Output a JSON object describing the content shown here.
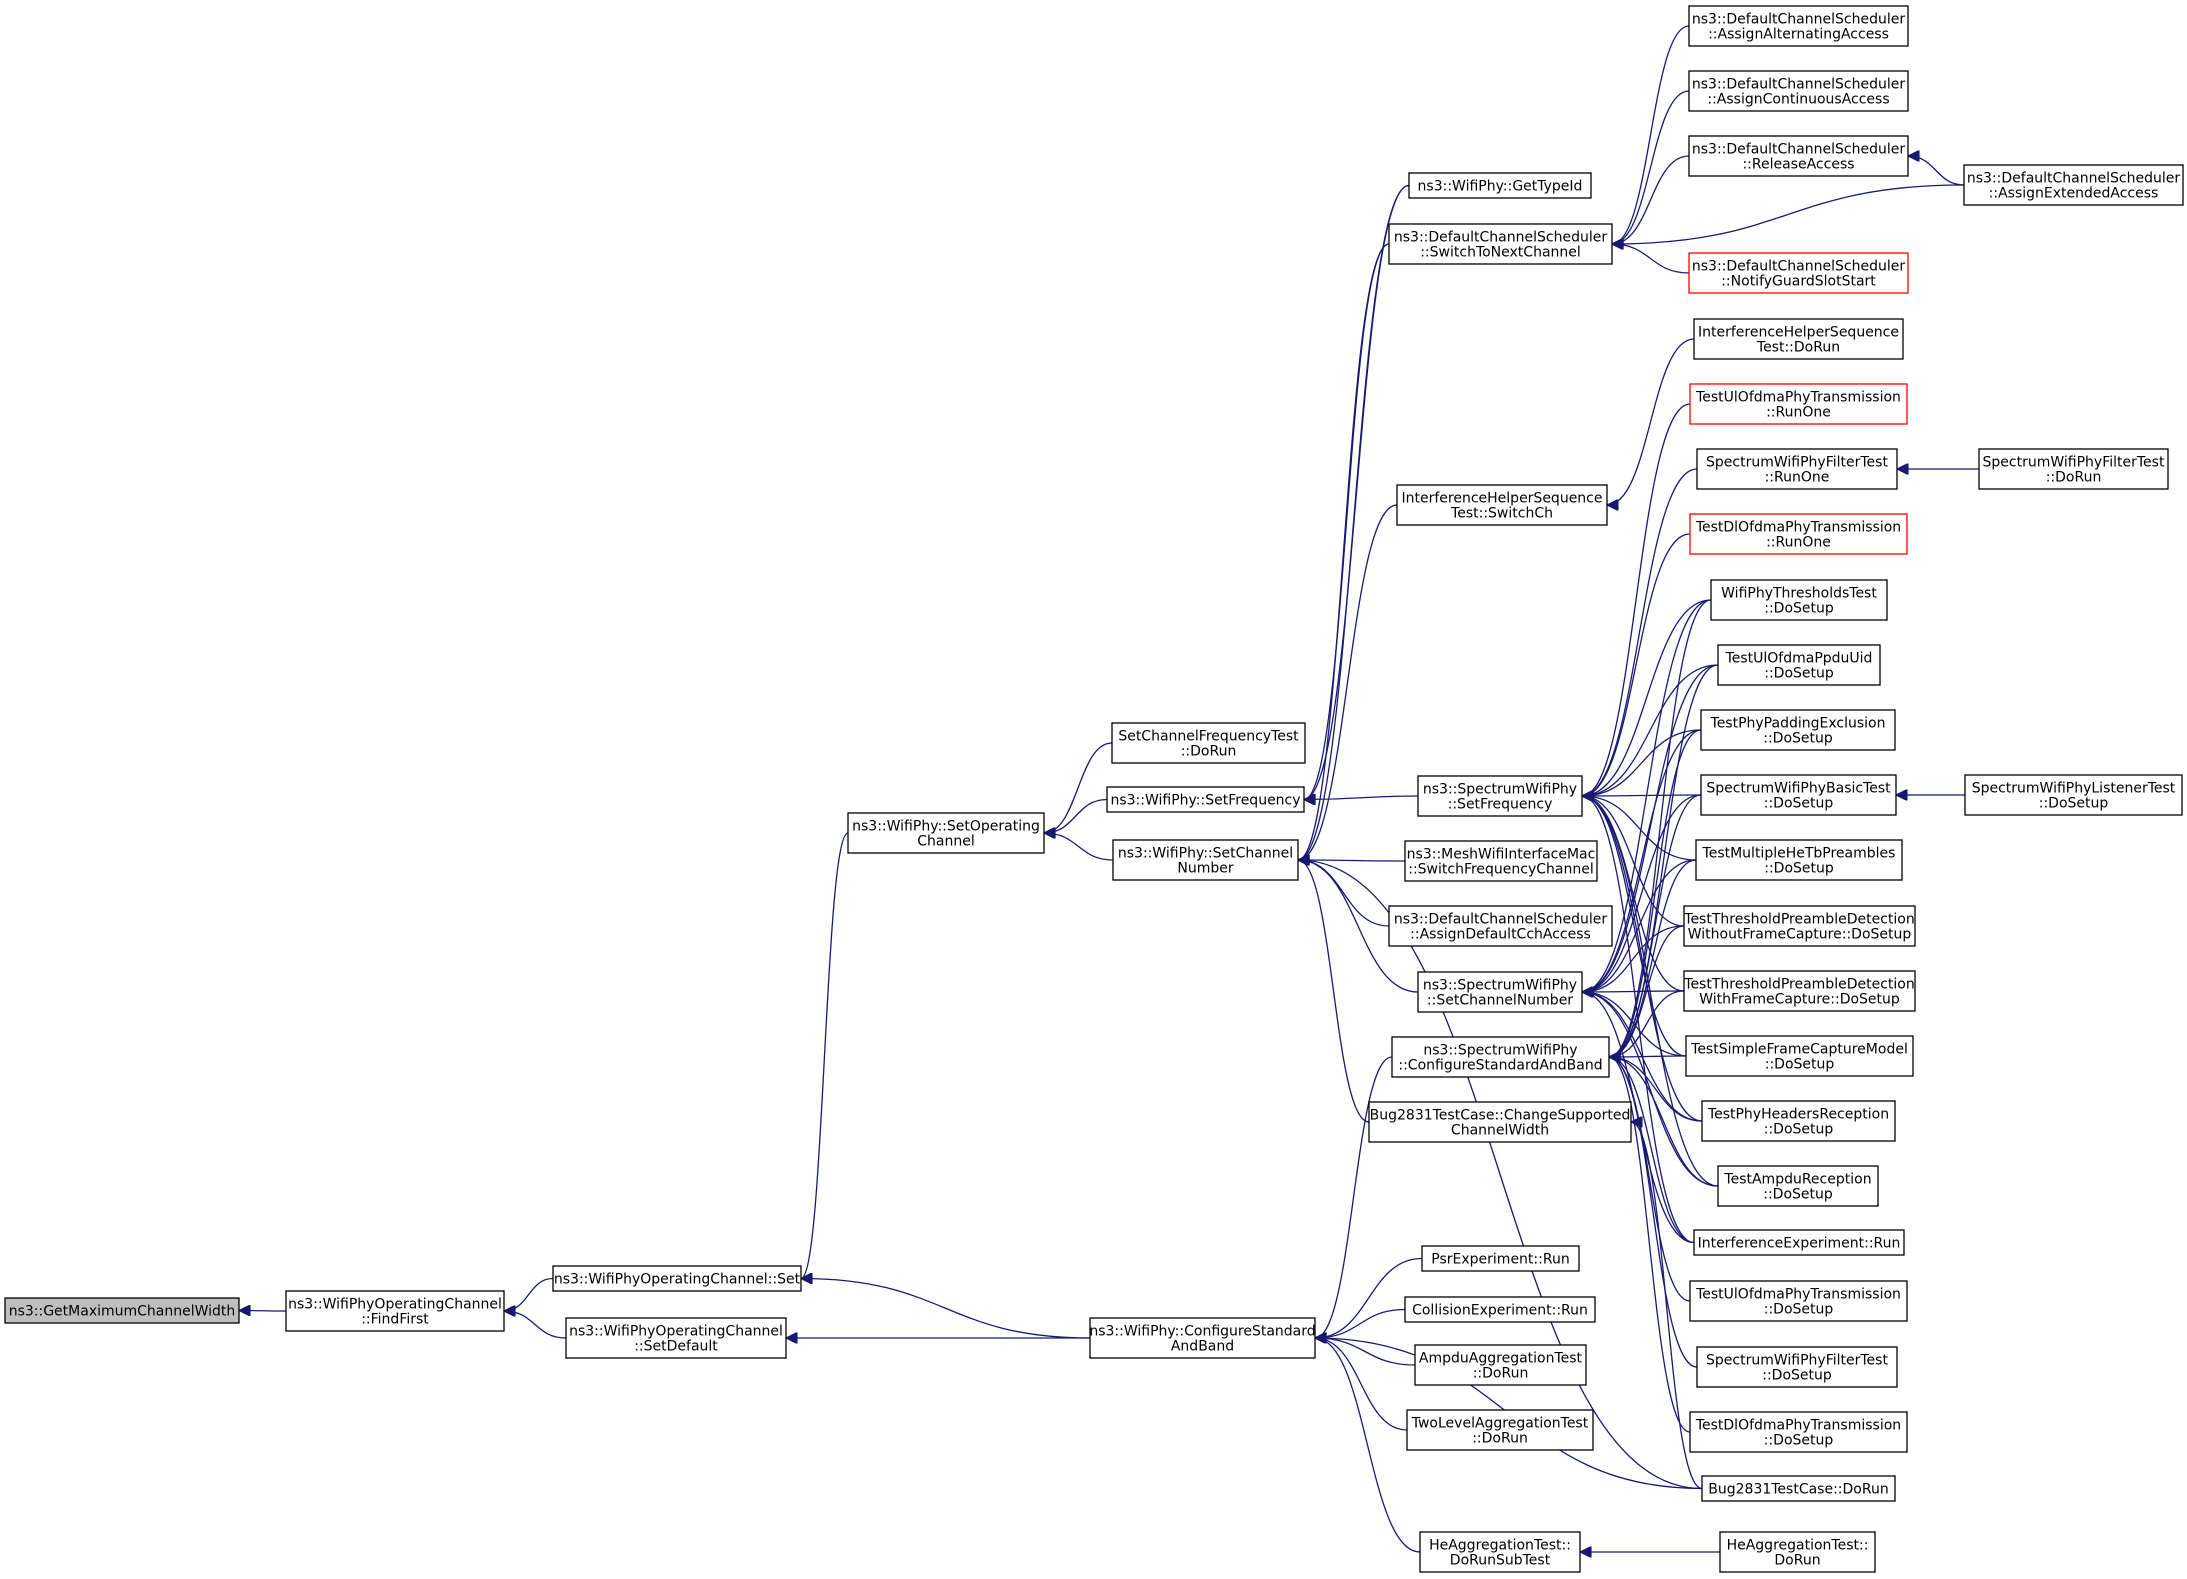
{
  "colors": {
    "edge": "#191970",
    "node_border": "#000000",
    "node_highlight_border": "#ff0000",
    "root_fill": "#bfbfbf",
    "background": "#ffffff"
  },
  "nodes": [
    {
      "id": "n0",
      "lines": [
        "ns3::GetMaximumChannelWidth"
      ]
    },
    {
      "id": "n1",
      "lines": [
        "ns3::WifiPhyOperatingChannel",
        "::FindFirst"
      ]
    },
    {
      "id": "n2",
      "lines": [
        "ns3::WifiPhyOperatingChannel::Set"
      ]
    },
    {
      "id": "n3",
      "lines": [
        "ns3::WifiPhyOperatingChannel",
        "::SetDefault"
      ]
    },
    {
      "id": "n4",
      "lines": [
        "ns3::WifiPhy::SetOperating",
        "Channel"
      ]
    },
    {
      "id": "n5",
      "lines": [
        "ns3::WifiPhy::ConfigureStandard",
        "AndBand"
      ]
    },
    {
      "id": "n6",
      "lines": [
        "SetChannelFrequencyTest",
        "::DoRun"
      ]
    },
    {
      "id": "n7",
      "lines": [
        "ns3::WifiPhy::SetFrequency"
      ]
    },
    {
      "id": "n8",
      "lines": [
        "ns3::WifiPhy::SetChannel",
        "Number"
      ]
    },
    {
      "id": "n9",
      "lines": [
        "ns3::WifiPhy::GetTypeId"
      ]
    },
    {
      "id": "n10",
      "lines": [
        "ns3::DefaultChannelScheduler",
        "::SwitchToNextChannel"
      ]
    },
    {
      "id": "n11",
      "lines": [
        "InterferenceHelperSequence",
        "Test::SwitchCh"
      ]
    },
    {
      "id": "n12",
      "lines": [
        "ns3::SpectrumWifiPhy",
        "::SetFrequency"
      ]
    },
    {
      "id": "n13",
      "lines": [
        "ns3::MeshWifiInterfaceMac",
        "::SwitchFrequencyChannel"
      ]
    },
    {
      "id": "n14",
      "lines": [
        "ns3::DefaultChannelScheduler",
        "::AssignDefaultCchAccess"
      ]
    },
    {
      "id": "n15",
      "lines": [
        "ns3::SpectrumWifiPhy",
        "::SetChannelNumber"
      ]
    },
    {
      "id": "n16",
      "lines": [
        "ns3::SpectrumWifiPhy",
        "::ConfigureStandardAndBand"
      ]
    },
    {
      "id": "n17",
      "lines": [
        "Bug2831TestCase::ChangeSupported",
        "ChannelWidth"
      ]
    },
    {
      "id": "n18",
      "lines": [
        "PsrExperiment::Run"
      ]
    },
    {
      "id": "n19",
      "lines": [
        "CollisionExperiment::Run"
      ]
    },
    {
      "id": "n20",
      "lines": [
        "AmpduAggregationTest",
        "::DoRun"
      ]
    },
    {
      "id": "n21",
      "lines": [
        "TwoLevelAggregationTest",
        "::DoRun"
      ]
    },
    {
      "id": "n22",
      "lines": [
        "HeAggregationTest::",
        "DoRunSubTest"
      ]
    },
    {
      "id": "n23",
      "lines": [
        "ns3::DefaultChannelScheduler",
        "::AssignAlternatingAccess"
      ]
    },
    {
      "id": "n24",
      "lines": [
        "ns3::DefaultChannelScheduler",
        "::AssignContinuousAccess"
      ]
    },
    {
      "id": "n25",
      "lines": [
        "ns3::DefaultChannelScheduler",
        "::ReleaseAccess"
      ]
    },
    {
      "id": "n26",
      "lines": [
        "ns3::DefaultChannelScheduler",
        "::NotifyGuardSlotStart"
      ]
    },
    {
      "id": "n27",
      "lines": [
        "InterferenceHelperSequence",
        "Test::DoRun"
      ]
    },
    {
      "id": "n28",
      "lines": [
        "TestUlOfdmaPhyTransmission",
        "::RunOne"
      ]
    },
    {
      "id": "n29",
      "lines": [
        "SpectrumWifiPhyFilterTest",
        "::RunOne"
      ]
    },
    {
      "id": "n30",
      "lines": [
        "TestDlOfdmaPhyTransmission",
        "::RunOne"
      ]
    },
    {
      "id": "n31",
      "lines": [
        "WifiPhyThresholdsTest",
        "::DoSetup"
      ]
    },
    {
      "id": "n32",
      "lines": [
        "TestUlOfdmaPpduUid",
        "::DoSetup"
      ]
    },
    {
      "id": "n33",
      "lines": [
        "TestPhyPaddingExclusion",
        "::DoSetup"
      ]
    },
    {
      "id": "n34",
      "lines": [
        "SpectrumWifiPhyBasicTest",
        "::DoSetup"
      ]
    },
    {
      "id": "n35",
      "lines": [
        "TestMultipleHeTbPreambles",
        "::DoSetup"
      ]
    },
    {
      "id": "n36",
      "lines": [
        "TestThresholdPreambleDetection",
        "WithoutFrameCapture::DoSetup"
      ]
    },
    {
      "id": "n37",
      "lines": [
        "TestThresholdPreambleDetection",
        "WithFrameCapture::DoSetup"
      ]
    },
    {
      "id": "n38",
      "lines": [
        "TestSimpleFrameCaptureModel",
        "::DoSetup"
      ]
    },
    {
      "id": "n39",
      "lines": [
        "TestPhyHeadersReception",
        "::DoSetup"
      ]
    },
    {
      "id": "n40",
      "lines": [
        "TestAmpduReception",
        "::DoSetup"
      ]
    },
    {
      "id": "n41",
      "lines": [
        "InterferenceExperiment::Run"
      ]
    },
    {
      "id": "n42",
      "lines": [
        "TestUlOfdmaPhyTransmission",
        "::DoSetup"
      ]
    },
    {
      "id": "n43",
      "lines": [
        "SpectrumWifiPhyFilterTest",
        "::DoSetup"
      ]
    },
    {
      "id": "n44",
      "lines": [
        "TestDlOfdmaPhyTransmission",
        "::DoSetup"
      ]
    },
    {
      "id": "n45",
      "lines": [
        "Bug2831TestCase::DoRun"
      ]
    },
    {
      "id": "n46",
      "lines": [
        "HeAggregationTest::",
        "DoRun"
      ]
    },
    {
      "id": "n47",
      "lines": [
        "ns3::DefaultChannelScheduler",
        "::AssignExtendedAccess"
      ]
    },
    {
      "id": "n48",
      "lines": [
        "SpectrumWifiPhyFilterTest",
        "::DoRun"
      ]
    },
    {
      "id": "n49",
      "lines": [
        "SpectrumWifiPhyListenerTest",
        "::DoSetup"
      ]
    }
  ]
}
